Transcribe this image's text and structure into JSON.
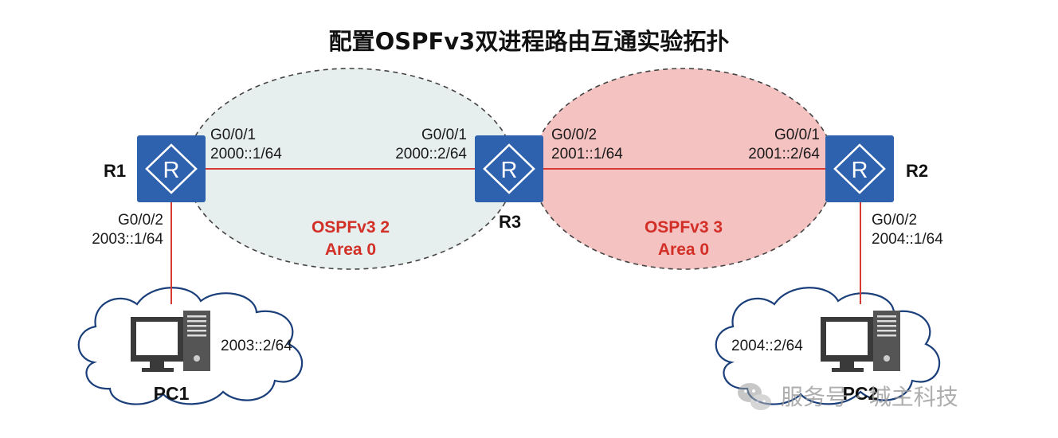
{
  "title": "配置OSPFv3双进程路由互通实验拓扑",
  "colors": {
    "router_fill": "#2f62ae",
    "link": "#d63a32",
    "area2_fill": "#e6efed",
    "area3_fill": "#f5c2c2",
    "area_text": "#d22f27"
  },
  "routers": {
    "r1": {
      "name": "R1",
      "icon": "router-icon"
    },
    "r2": {
      "name": "R2",
      "icon": "router-icon"
    },
    "r3": {
      "name": "R3",
      "icon": "router-icon"
    }
  },
  "pcs": {
    "pc1": {
      "name": "PC1",
      "ip": "2003::2/64",
      "icon": "pc-icon"
    },
    "pc2": {
      "name": "PC2",
      "ip": "2004::2/64",
      "icon": "pc-icon"
    }
  },
  "links": {
    "r1_r3": {
      "r1_if": "G0/0/1",
      "r1_ip": "2000::1/64",
      "r3_if": "G0/0/1",
      "r3_ip": "2000::2/64"
    },
    "r3_r2": {
      "r3_if": "G0/0/2",
      "r3_ip": "2001::1/64",
      "r2_if": "G0/0/1",
      "r2_ip": "2001::2/64"
    },
    "r1_pc1": {
      "r1_if": "G0/0/2",
      "r1_ip": "2003::1/64"
    },
    "r2_pc2": {
      "r2_if": "G0/0/2",
      "r2_ip": "2004::1/64"
    }
  },
  "areas": {
    "left": {
      "process": "OSPFv3 2",
      "area": "Area 0"
    },
    "right": {
      "process": "OSPFv3 3",
      "area": "Area 0"
    }
  },
  "watermark": {
    "text": "服务号 · 城主科技",
    "icon": "wechat-icon"
  }
}
